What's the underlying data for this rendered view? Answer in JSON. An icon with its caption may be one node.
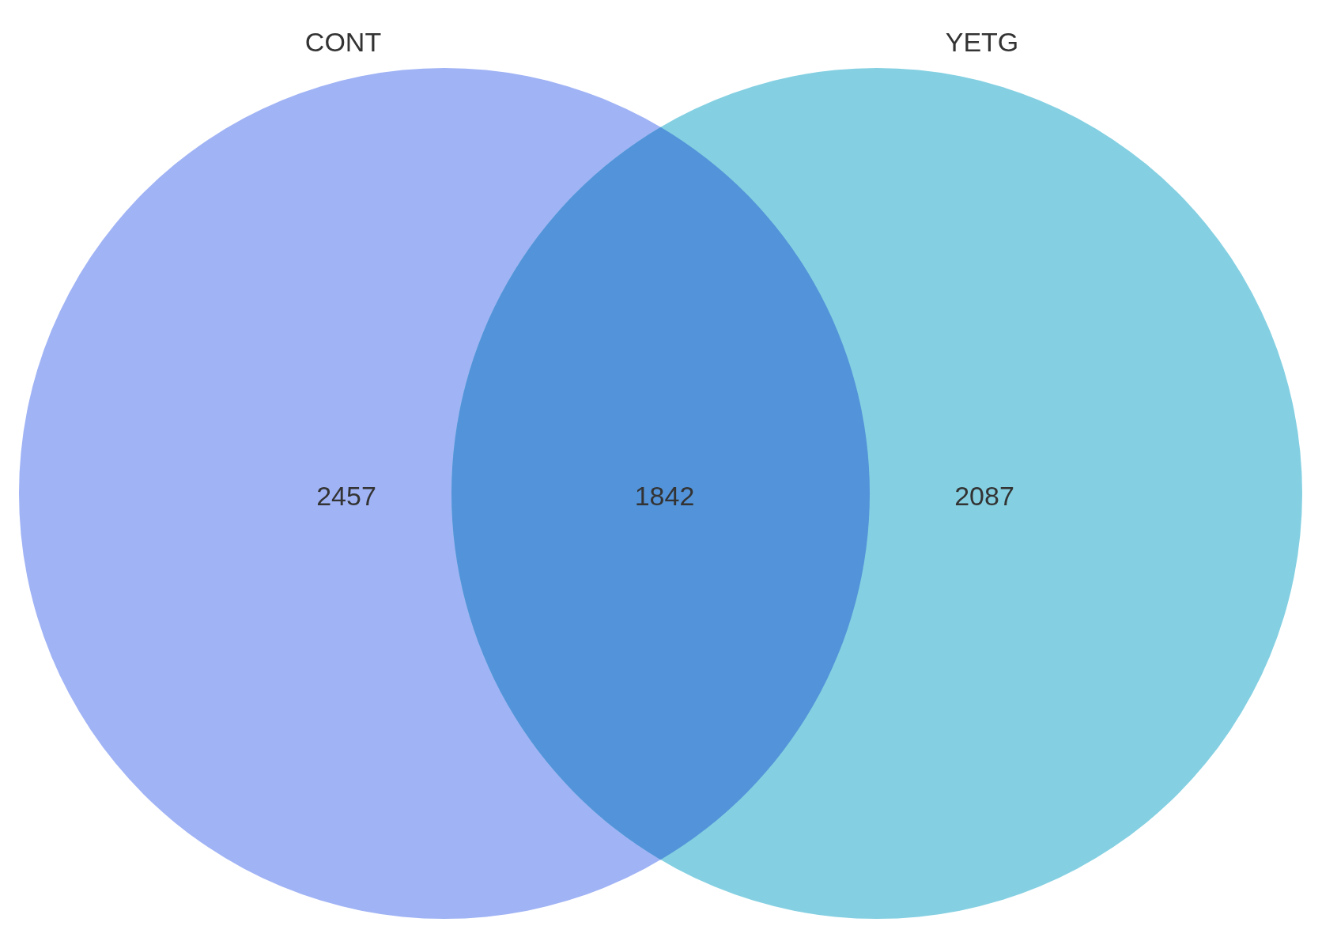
{
  "diagram": {
    "nodes": [
      {
        "text": [
          "CONT",
          "2457"
        ]
      },
      {
        "text": [
          "YETG",
          "2087"
        ]
      }
    ],
    "edges": [],
    "labels": [
      "1842"
    ]
  }
}
